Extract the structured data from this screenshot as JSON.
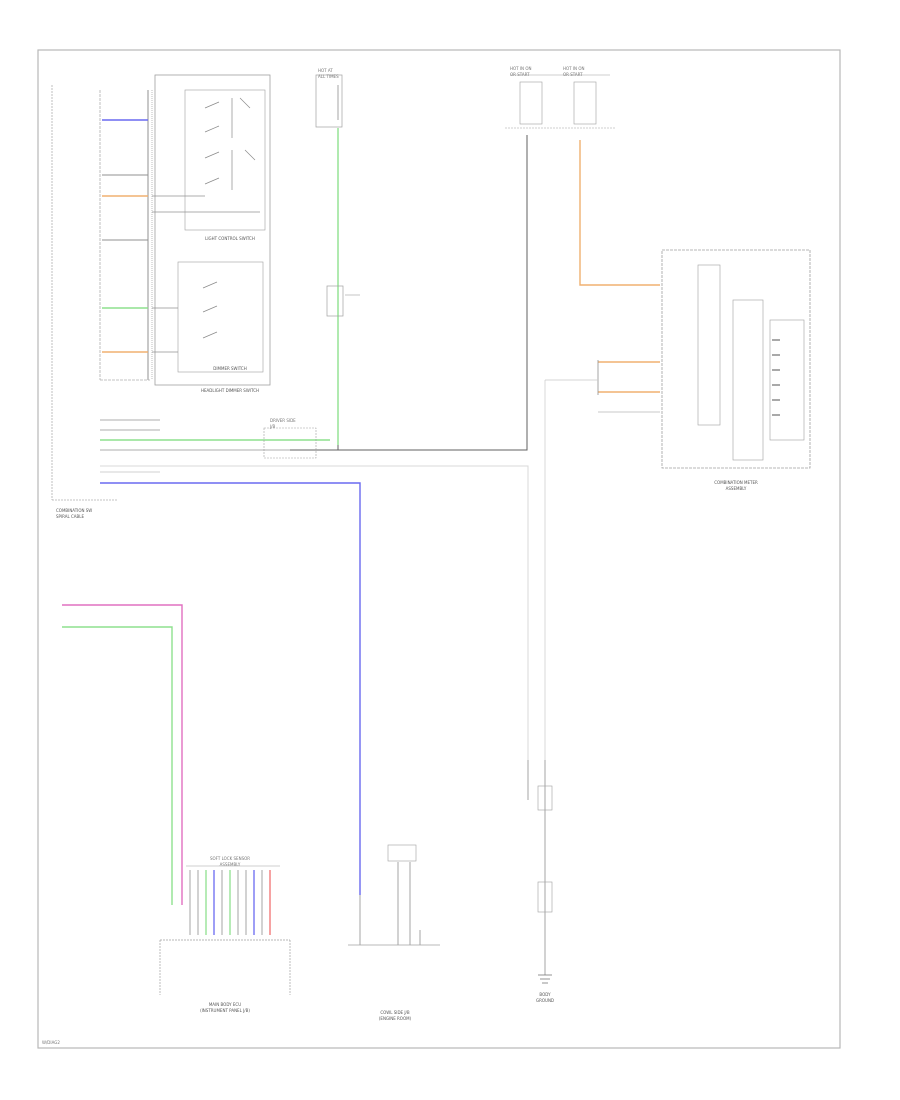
{
  "diagram": {
    "colors": {
      "frame": "#b8b8b8",
      "wire_black": "#606060",
      "wire_green": "#8ee08e",
      "wire_blue": "#6a6af0",
      "wire_pink": "#e070c0",
      "wire_orange": "#f0b070",
      "wire_red": "#f07070",
      "wire_gray": "#c8c8c8",
      "box": "#a0a0a0",
      "label": "#777777"
    },
    "components": {
      "combination_switch": {
        "name_line1": "COMBINATION SW",
        "name_line2": "SPIRAL CABLE"
      },
      "light_control_switch": {
        "name": "LIGHT CONTROL SWITCH"
      },
      "dimmer_switch": {
        "name": "DIMMER SWITCH"
      },
      "headlight_dimmer_switch": {
        "name": "HEADLIGHT DIMMER SWITCH"
      },
      "fuse_top": {
        "line1": "HOT AT",
        "line2": "ALL TIMES"
      },
      "fuse_pair_left": {
        "line1": "HOT IN ON",
        "line2": "OR START"
      },
      "fuse_pair_right": {
        "line1": "HOT IN ON",
        "line2": "OR START"
      },
      "combination_meter": {
        "name_line1": "COMBINATION METER",
        "name_line2": "ASSEMBLY"
      },
      "main_body_ecu": {
        "name_line1": "MAIN BODY ECU",
        "name_line2": "(INSTRUMENT PANEL J/B)"
      },
      "soft_lock_sensor": {
        "name_line1": "SOFT LOCK SENSOR",
        "name_line2": "ASSEMBLY"
      },
      "junction_block": {
        "line1": "DRIVER SIDE",
        "line2": "J/B"
      },
      "cowl": {
        "name_line1": "COWL SIDE J/B",
        "name_line2": "(ENGINE ROOM)"
      },
      "ground": {
        "line1": "BODY",
        "line2": "GROUND"
      }
    },
    "footer_code": "W/DIAG2"
  }
}
